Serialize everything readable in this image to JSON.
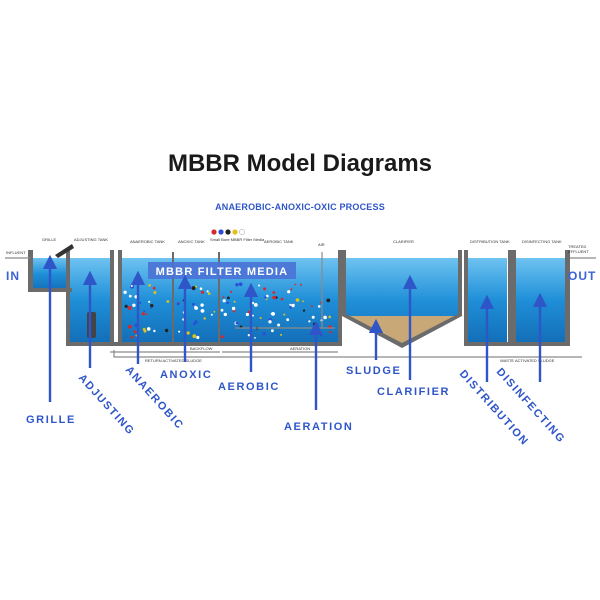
{
  "title": "MBBR Model Diagrams",
  "subtitle": "ANAEROBIC-ANOXIC-OXIC PROCESS",
  "colors": {
    "accent": "#2f56c9",
    "water": "#1f8fd8",
    "sludge": "#c9a878",
    "banner": "#4a72d6"
  },
  "tank_labels": {
    "influent": "INFLUENT",
    "grille": "GRILLE",
    "adjusting_tank": "ADJUSTING TANK",
    "anaerobic_tank": "ANAEROBIC TANK",
    "anoxic_tank": "ANOXIC TANK",
    "aerobic_tank": "AEROBIC TANK",
    "air": "AIR",
    "clarifier": "CLARIFIER",
    "distribution_tank": "DISTRIBUTION TANK",
    "disinfecting_tank": "DISINFECTING TANK",
    "treated_effluent_1": "TREATED",
    "treated_effluent_2": "EFFLUENT",
    "backflow": "BACKFLOW",
    "aeration": "AERATION",
    "return_sludge": "RETURN ACTIVATED SLUDGE",
    "waste_sludge": "WASTE ACTIVATED SLUDGE",
    "media_caption": "Small Bore MBBR Filter Media"
  },
  "banner": "MBBR FILTER MEDIA",
  "io": {
    "in": "IN",
    "out": "OUT"
  },
  "callouts": {
    "grille": "GRILLE",
    "adjusting": "ADJUSTING",
    "anaerobic": "ANAEROBIC",
    "anoxic": "ANOXIC",
    "aerobic": "AEROBIC",
    "aeration": "AERATION",
    "sludge": "SLUDGE",
    "clarifier": "CLARIFIER",
    "distribution": "DISTRIBUTION",
    "disinfecting": "DISINFECTING"
  }
}
